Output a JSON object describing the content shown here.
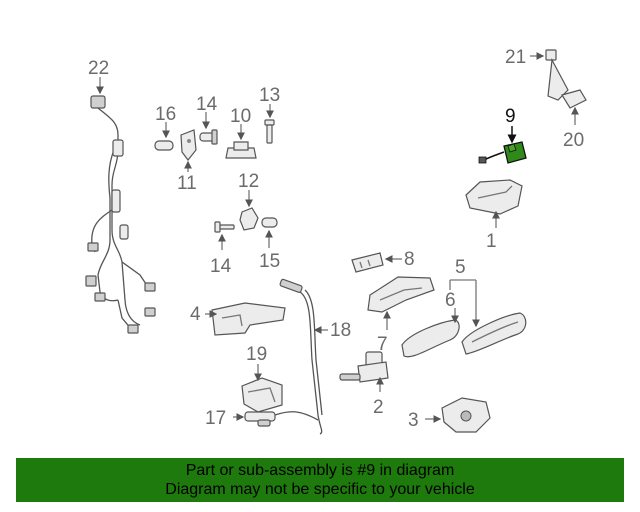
{
  "diagram": {
    "highlight_part": "9",
    "highlight_color": "#2f8a1a",
    "callouts": [
      "22",
      "16",
      "14",
      "10",
      "11",
      "13",
      "12",
      "14",
      "15",
      "4",
      "19",
      "17",
      "18",
      "8",
      "7",
      "6",
      "5",
      "1",
      "2",
      "3",
      "21",
      "20",
      "9"
    ]
  },
  "banner": {
    "line1": "Part or sub-assembly is #9 in diagram",
    "line2": "Diagram may not be specific to your vehicle",
    "background": "#1e7a0c"
  }
}
